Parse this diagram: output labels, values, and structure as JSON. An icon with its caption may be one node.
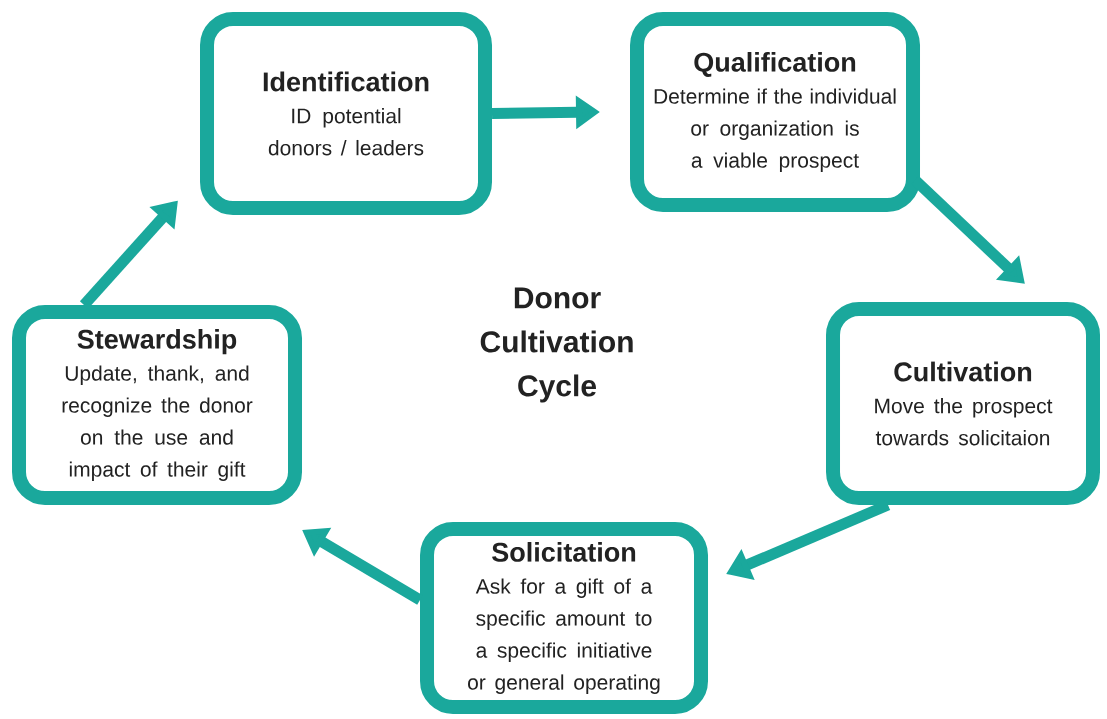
{
  "diagram": {
    "title": "Donor Cultivation Cycle",
    "nodes": [
      {
        "text": [
          "Identification",
          "ID potential donors / leaders"
        ]
      },
      {
        "text": [
          "Qualification",
          "Determine if the individual or organization is a viable prospect"
        ]
      },
      {
        "text": [
          "Cultivation",
          "Move the prospect towards solicitaion"
        ]
      },
      {
        "text": [
          "Solicitation",
          "Ask for a gift of a specific amount to a specific initiative or general operating"
        ]
      },
      {
        "text": [
          "Stewardship",
          "Update, thank, and recognize the donor on the use and impact of their gift"
        ]
      }
    ],
    "edges": [
      {
        "from": 0,
        "to": 1,
        "arrow": "to"
      },
      {
        "from": 1,
        "to": 2,
        "arrow": "to"
      },
      {
        "from": 2,
        "to": 3,
        "arrow": "to"
      },
      {
        "from": 3,
        "to": 4,
        "arrow": "to"
      },
      {
        "from": 4,
        "to": 0,
        "arrow": "to"
      }
    ]
  }
}
